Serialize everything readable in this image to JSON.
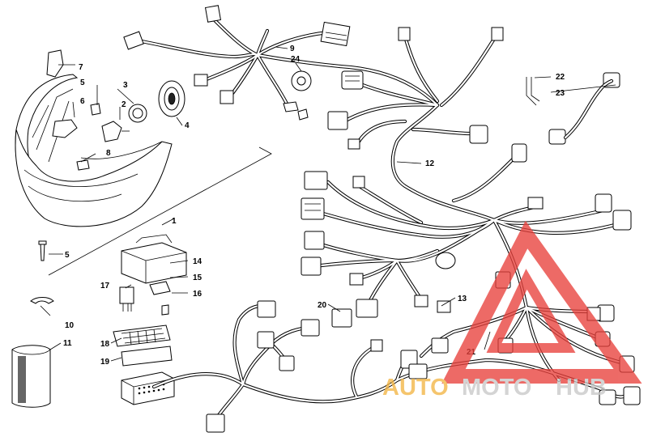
{
  "callouts": [
    "1",
    "2",
    "3",
    "4",
    "5",
    "5",
    "6",
    "7",
    "8",
    "9",
    "10",
    "11",
    "12",
    "13",
    "14",
    "15",
    "16",
    "17",
    "18",
    "19",
    "20",
    "21",
    "22",
    "23",
    "24"
  ],
  "watermark": {
    "brand_a": "AUTO",
    "brand_b": "MOTO",
    "brand_c": "HUB",
    "triangle_color": "#e8413c",
    "text_a_color": "#f3b545",
    "text_b_color": "#c8c8c8"
  }
}
